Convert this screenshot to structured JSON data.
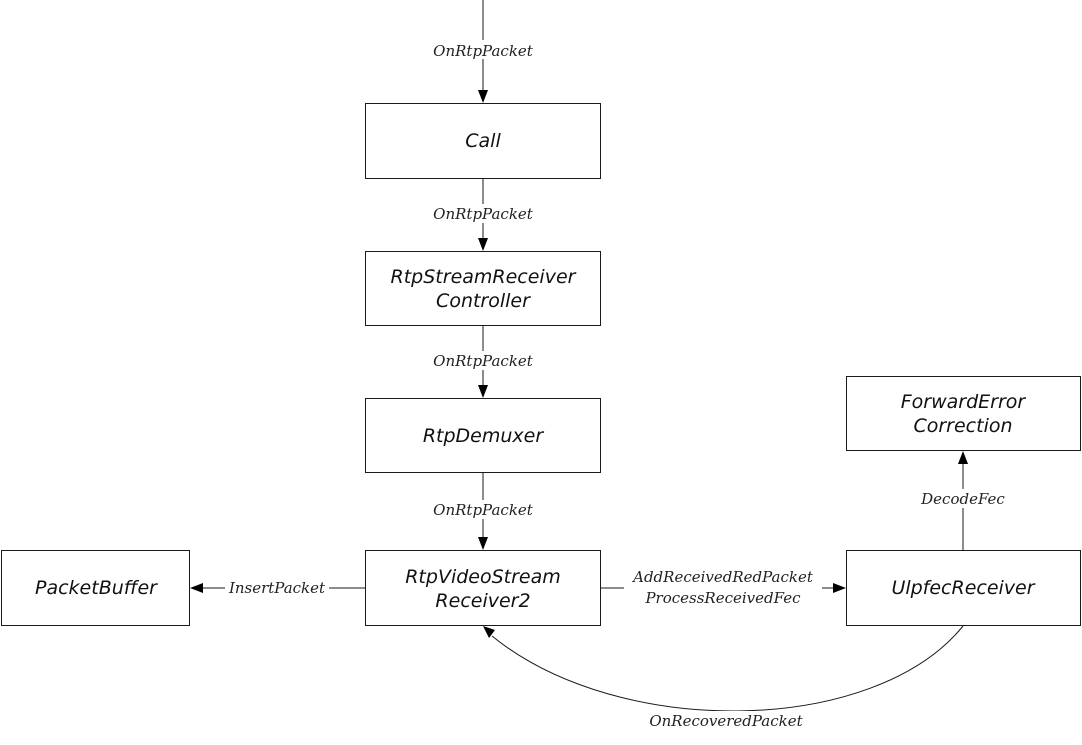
{
  "nodes": {
    "call": {
      "lines": [
        "Call"
      ]
    },
    "controller": {
      "lines": [
        "RtpStreamReceiver",
        "Controller"
      ]
    },
    "demuxer": {
      "lines": [
        "RtpDemuxer"
      ]
    },
    "receiver2": {
      "lines": [
        "RtpVideoStream",
        "Receiver2"
      ]
    },
    "packet_buffer": {
      "lines": [
        "PacketBuffer"
      ]
    },
    "ulpfec": {
      "lines": [
        "UlpfecReceiver"
      ]
    },
    "fec": {
      "lines": [
        "ForwardError",
        "Correction"
      ]
    }
  },
  "edges": {
    "entry": {
      "lines": [
        "OnRtpPacket"
      ]
    },
    "call_to_controller": {
      "lines": [
        "OnRtpPacket"
      ]
    },
    "controller_to_demuxer": {
      "lines": [
        "OnRtpPacket"
      ]
    },
    "demuxer_to_receiver2": {
      "lines": [
        "OnRtpPacket"
      ]
    },
    "receiver2_to_buffer": {
      "lines": [
        "InsertPacket"
      ]
    },
    "receiver2_to_ulpfec": {
      "lines": [
        "AddReceivedRedPacket",
        "ProcessReceivedFec"
      ]
    },
    "ulpfec_to_fec": {
      "lines": [
        "DecodeFec"
      ]
    },
    "ulpfec_to_receiver2": {
      "lines": [
        "OnRecoveredPacket"
      ]
    }
  }
}
